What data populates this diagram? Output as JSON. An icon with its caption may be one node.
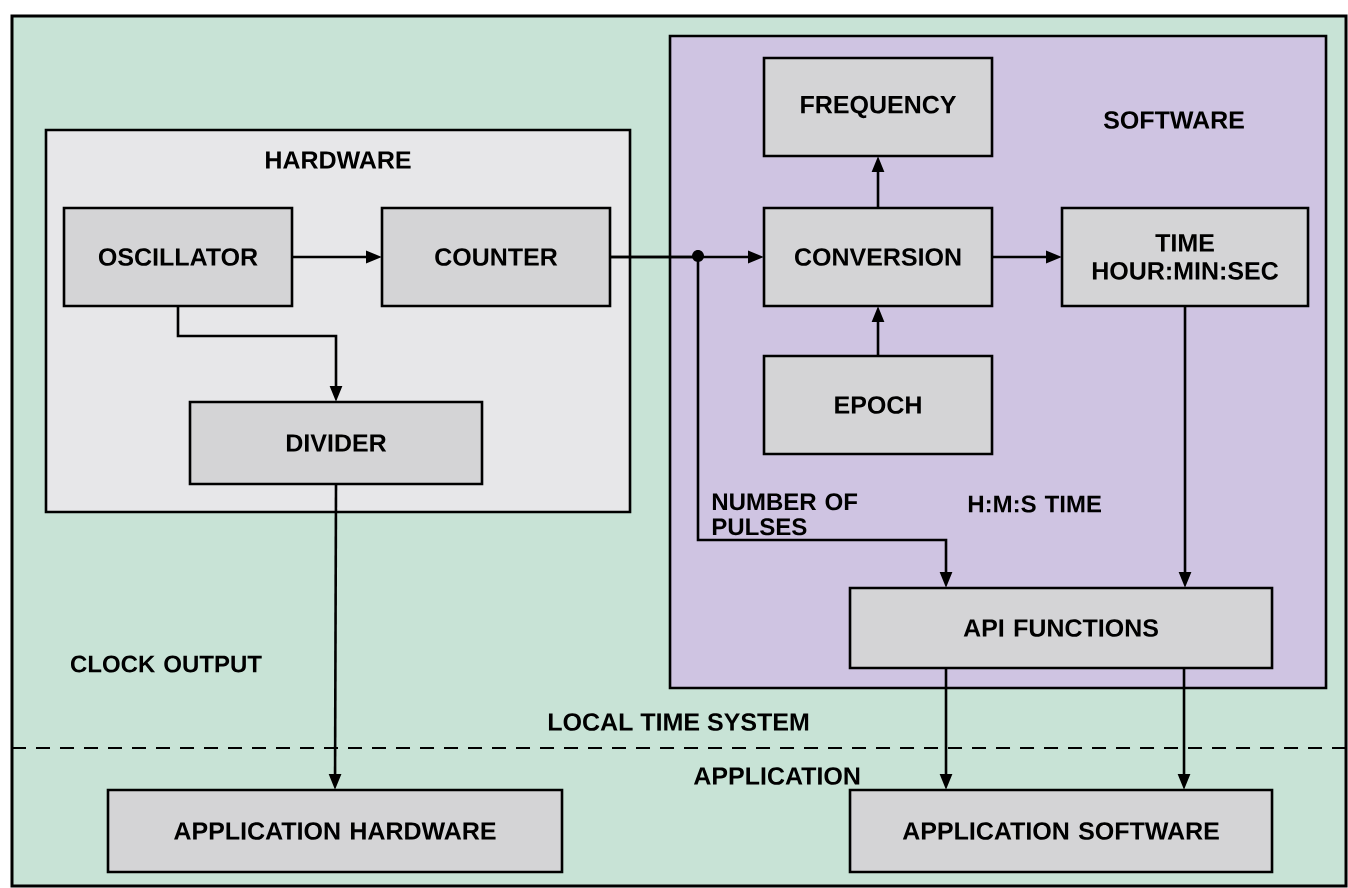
{
  "diagram": {
    "nodes": [
      {
        "text": [
          "HARDWARE"
        ]
      },
      {
        "text": [
          "OSCILLATOR"
        ],
        "in": 0
      },
      {
        "text": [
          "COUNTER"
        ],
        "in": 0
      },
      {
        "text": [
          "DIVIDER"
        ],
        "in": 0
      },
      {
        "text": [
          "SOFTWARE"
        ]
      },
      {
        "text": [
          "FREQUENCY"
        ],
        "in": 4
      },
      {
        "text": [
          "CONVERSION"
        ],
        "in": 4
      },
      {
        "text": [
          "TIME HOUR:MIN:SEC"
        ],
        "in": 4
      },
      {
        "text": [
          "EPOCH"
        ],
        "in": 4
      },
      {
        "text": [
          "API FUNCTIONS"
        ],
        "in": 4
      },
      {
        "text": [
          "APPLICATION HARDWARE"
        ]
      },
      {
        "text": [
          "APPLICATION SOFTWARE"
        ]
      }
    ],
    "edges": [
      {
        "from": 1,
        "to": 2,
        "arrow": "to"
      },
      {
        "from": 1,
        "to": 3,
        "arrow": "to"
      },
      {
        "from": 2,
        "to": 6,
        "arrow": "to"
      },
      {
        "from": 2,
        "to": 9,
        "arrow": "to",
        "label": "NUMBER OF PULSES"
      },
      {
        "from": 6,
        "to": 5,
        "arrow": "to"
      },
      {
        "from": 8,
        "to": 6,
        "arrow": "to"
      },
      {
        "from": 6,
        "to": 7,
        "arrow": "to"
      },
      {
        "from": 7,
        "to": 9,
        "arrow": "to",
        "label": "H:M:S TIME"
      },
      {
        "from": 3,
        "to": 10,
        "arrow": "to",
        "label": "CLOCK OUTPUT"
      },
      {
        "from": 9,
        "to": 11,
        "arrow": "to"
      },
      {
        "from": 9,
        "to": 11,
        "arrow": "to"
      }
    ],
    "labels": [
      "LOCAL TIME SYSTEM",
      "APPLICATION"
    ]
  }
}
